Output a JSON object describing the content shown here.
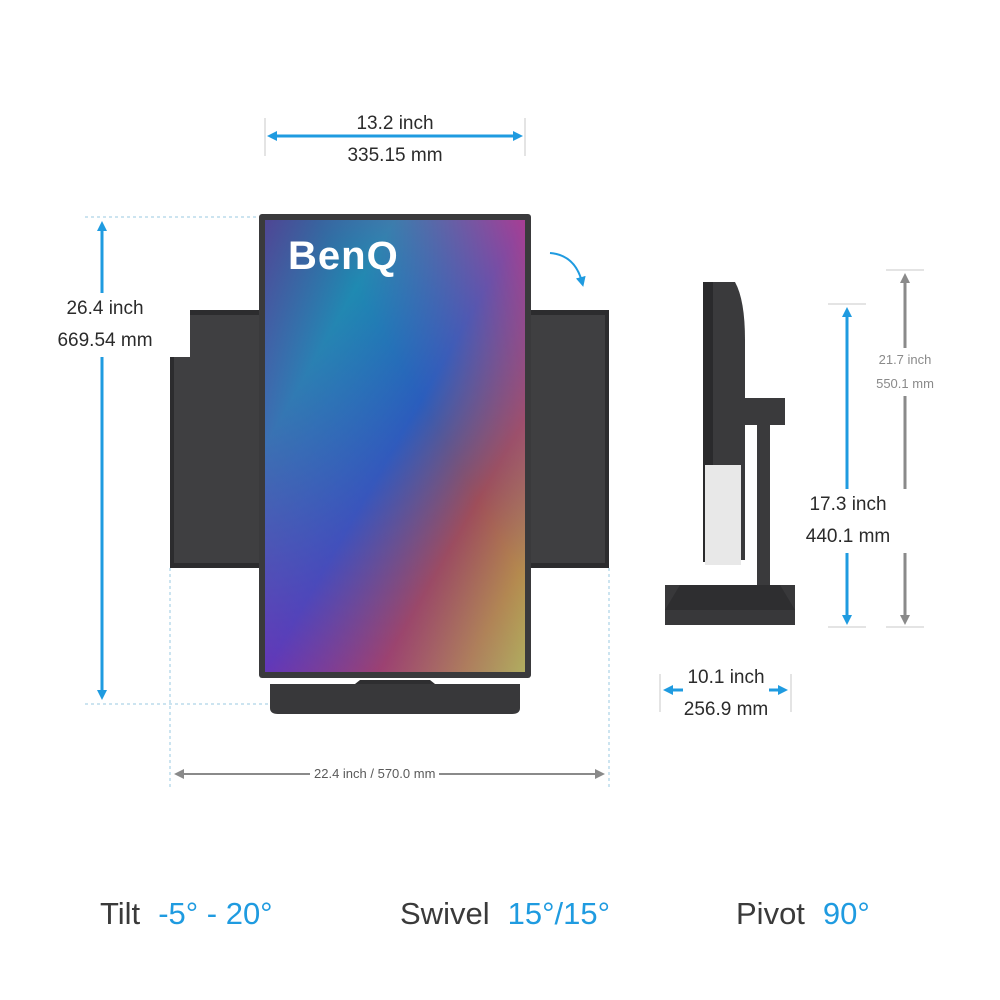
{
  "brand": "BenQ",
  "colors": {
    "accent": "#1f9be0",
    "monitor": "#3b3b3d",
    "secondary_line": "#8a8a8a"
  },
  "dimensions": {
    "front_width": {
      "inch": "13.2 inch",
      "mm": "335.15 mm"
    },
    "front_height": {
      "inch": "26.4 inch",
      "mm": "669.54 mm"
    },
    "swivel_width": {
      "text": "22.4 inch / 570.0 mm"
    },
    "side_total_height": {
      "inch": "21.7 inch",
      "mm": "550.1 mm"
    },
    "side_adjust_height": {
      "inch": "17.3 inch",
      "mm": "440.1 mm"
    },
    "side_depth": {
      "inch": "10.1 inch",
      "mm": "256.9 mm"
    }
  },
  "specs": {
    "tilt": {
      "label": "Tilt",
      "value": "-5° - 20°"
    },
    "swivel": {
      "label": "Swivel",
      "value": "15°/15°"
    },
    "pivot": {
      "label": "Pivot",
      "value": "90°"
    }
  }
}
